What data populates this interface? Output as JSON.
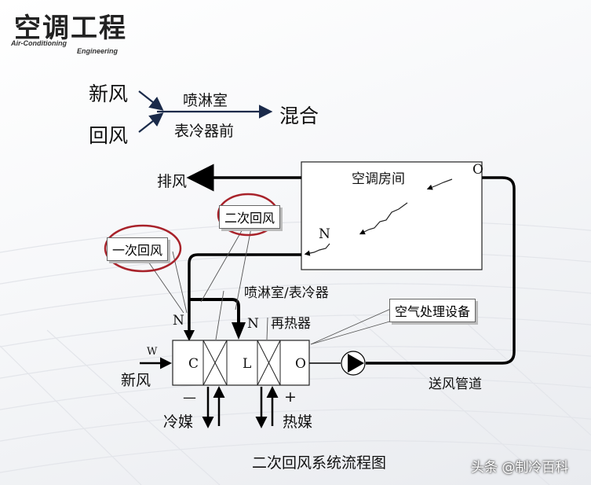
{
  "logo": {
    "title": "空调工程",
    "subtitle_left": "Air-Conditioning",
    "subtitle_right": "Engineering"
  },
  "mixing": {
    "fresh_air": "新风",
    "return_air": "回风",
    "location_top": "喷淋室",
    "location_bottom": "表冷器前",
    "result": "混合"
  },
  "flow": {
    "exhaust": "排风",
    "room": "空调房间",
    "room_O": "O",
    "room_N": "N",
    "second_return": "二次回风",
    "first_return": "一次回风",
    "spray_cooler": "喷淋室/表冷器",
    "N_left": "N",
    "N_right": "N",
    "reheater": "再热器",
    "ahu": "空气处理设备",
    "W": "W",
    "C": "C",
    "L": "L",
    "O_out": "O",
    "fresh_air": "新风",
    "supply_duct": "送风管道",
    "minus": "—",
    "refrigerant": "冷媒",
    "plus": "+",
    "heat_medium": "热媒",
    "title": "二次回风系统流程图"
  },
  "watermark": "头条 @制冷百科"
}
